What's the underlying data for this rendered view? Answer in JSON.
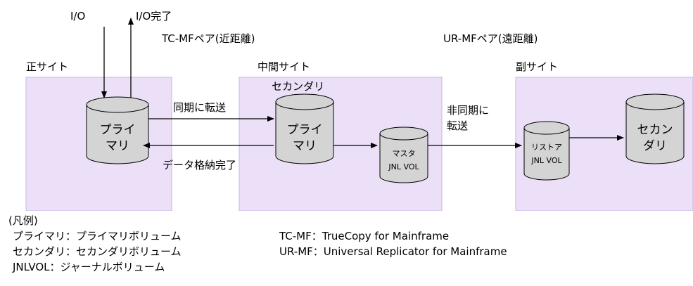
{
  "io_label": "I/O",
  "io_done_label": "I/O完了",
  "tc_pair_label": "TC-MFペア(近距離)",
  "ur_pair_label": "UR-MFペア(遠距離)",
  "sites": {
    "primary": "正サイト",
    "intermediate": "中間サイト",
    "secondary": "副サイト"
  },
  "intermediate_secondary_label": "セカンダリ",
  "volumes": {
    "primary_line1": "プライ",
    "primary_line2": "マリ",
    "intermediate_primary_line1": "プライ",
    "intermediate_primary_line2": "マリ",
    "master_line1": "マスタ",
    "master_line2": "JNL VOL",
    "restore_line1": "リストア",
    "restore_line2": "JNL VOL",
    "secondary_line1": "セカン",
    "secondary_line2": "ダリ"
  },
  "arrows": {
    "sync_transfer": "同期に転送",
    "data_stored": "データ格納完了",
    "async_line1": "非同期に",
    "async_line2": "転送"
  },
  "legend": {
    "title": "(凡例)",
    "primary_def": "プライマリ：プライマリボリューム",
    "secondary_def": "セカンダリ：セカンダリボリューム",
    "jnl_def": "JNLVOL：ジャーナルボリューム",
    "tc_def": "TC-MF：TrueCopy for Mainframe",
    "ur_def": "UR-MF：Universal Replicator for Mainframe"
  },
  "colors": {
    "site_fill": "#ebe0f8",
    "site_border": "#c7b3e6",
    "cylinder_fill": "#d4d4d4",
    "stroke": "#000000"
  }
}
